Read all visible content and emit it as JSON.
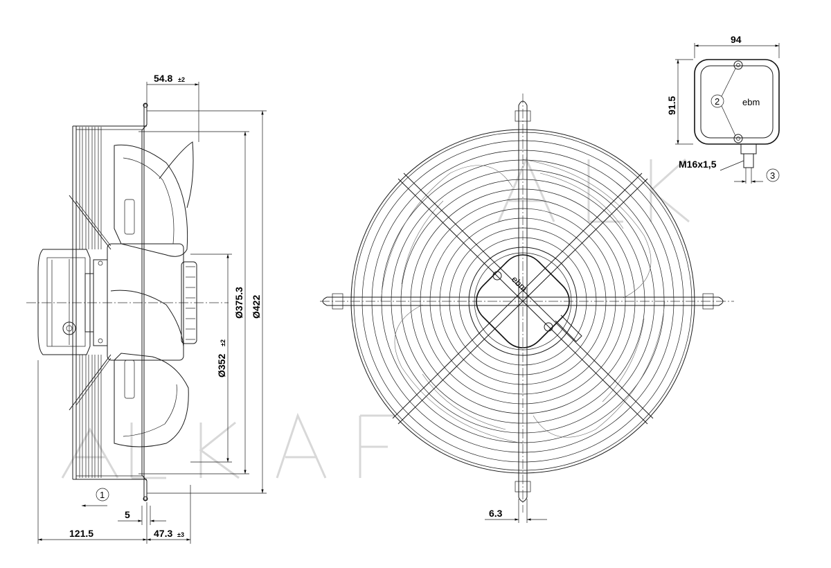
{
  "side_view": {
    "dim_height_outer": "Ø422",
    "dim_height_inner": "Ø375.3",
    "dim_blade": "Ø352",
    "dim_blade_tol": "±2",
    "dim_top_offset": "54.8",
    "dim_top_offset_tol": "±2",
    "dim_depth_left": "121.5",
    "dim_depth_right": "47.3",
    "dim_depth_right_tol": "±3",
    "dim_flange": "5",
    "callout_1": "1"
  },
  "front_view": {
    "dim_wire": "6.3",
    "logo_text": "ebm"
  },
  "terminal_box": {
    "dim_width": "94",
    "dim_height": "91.5",
    "thread_label": "M16x1,5",
    "callout_2": "2",
    "callout_3": "3",
    "logo_text": "ebm"
  }
}
